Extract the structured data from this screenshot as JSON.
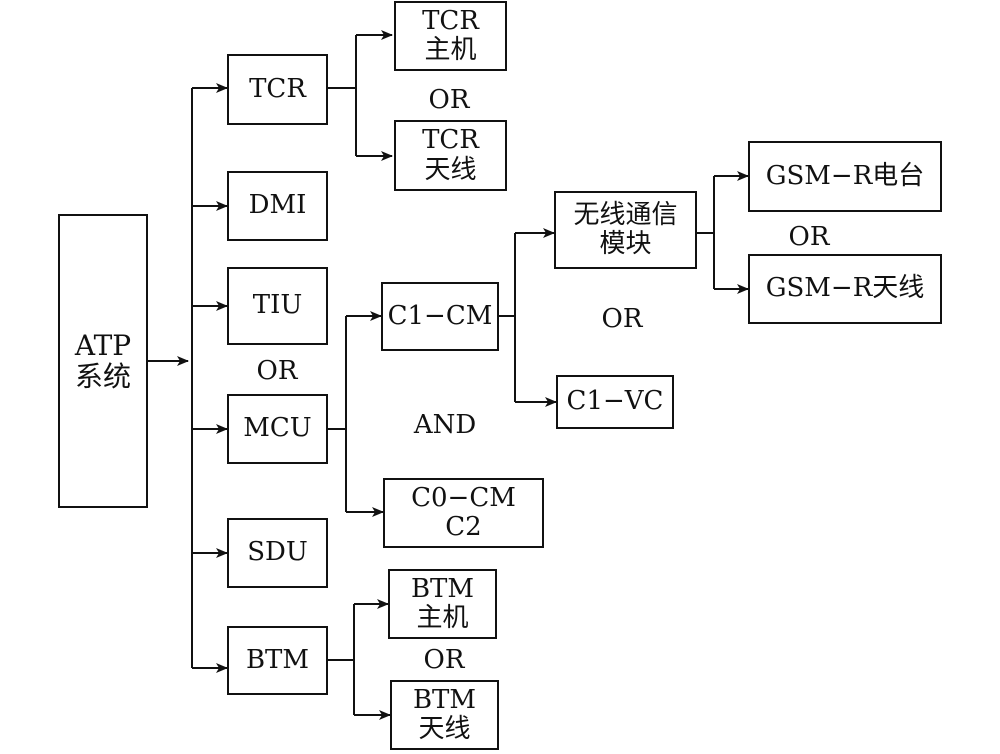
{
  "nodes": {
    "atp": {
      "line1": "ATP",
      "line2": "系统"
    },
    "tcr": "TCR",
    "dmi": "DMI",
    "tiu": "TIU",
    "mcu": "MCU",
    "sdu": "SDU",
    "btm": "BTM",
    "tcr_host": {
      "line1": "TCR",
      "line2": "主机"
    },
    "tcr_antenna": {
      "line1": "TCR",
      "line2": "天线"
    },
    "c1_cm": "C1−CM",
    "c0_cm_c2": {
      "line1": "C0−CM",
      "line2": "C2"
    },
    "wireless": {
      "line1": "无线通信",
      "line2": "模块"
    },
    "c1_vc": "C1−VC",
    "gsmr_radio": "GSM−R电台",
    "gsmr_antenna": "GSM−R天线",
    "btm_host": {
      "line1": "BTM",
      "line2": "主机"
    },
    "btm_antenna": {
      "line1": "BTM",
      "line2": "天线"
    }
  },
  "labels": {
    "or_tcr": "OR",
    "or_tiu_mcu": "OR",
    "and_mcu": "AND",
    "or_c1": "OR",
    "or_gsmr": "OR",
    "or_btm": "OR"
  }
}
